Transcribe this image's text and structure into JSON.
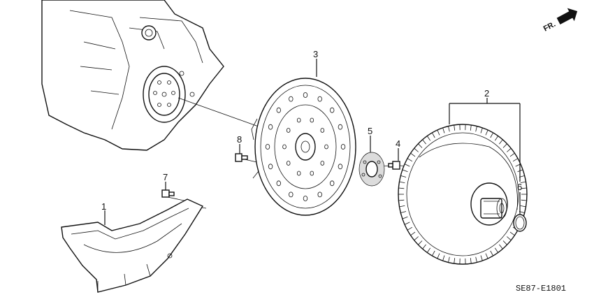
{
  "diagram": {
    "direction_marker": {
      "label": "FR.",
      "icon": "arrow-right-icon"
    },
    "callouts": [
      {
        "id": "1",
        "text": "1"
      },
      {
        "id": "2",
        "text": "2"
      },
      {
        "id": "3",
        "text": "3"
      },
      {
        "id": "4",
        "text": "4"
      },
      {
        "id": "5",
        "text": "5"
      },
      {
        "id": "6",
        "text": "6"
      },
      {
        "id": "7",
        "text": "7"
      },
      {
        "id": "8",
        "text": "8"
      }
    ],
    "diagram_code": "SE87-E1801"
  }
}
